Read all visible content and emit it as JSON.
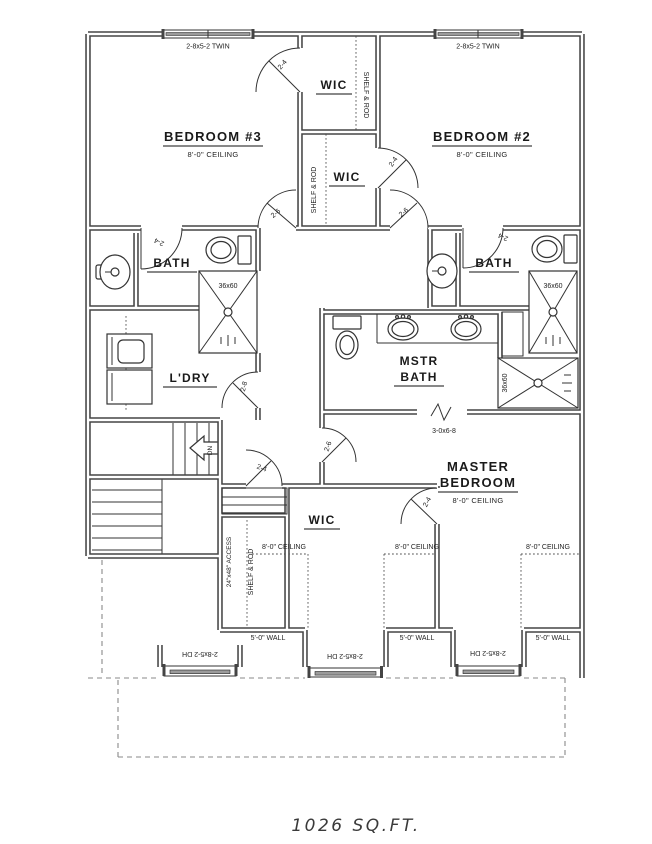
{
  "plan": {
    "area_label": "1026 SQ.FT.",
    "rooms": {
      "bedroom3": {
        "name": "BEDROOM #3",
        "ceiling": "8'-0\" CEILING"
      },
      "bedroom2": {
        "name": "BEDROOM #2",
        "ceiling": "8'-0\" CEILING"
      },
      "master_bedroom": {
        "name1": "MASTER",
        "name2": "BEDROOM",
        "ceiling": "8'-0\" CEILING"
      },
      "master_bath": {
        "name1": "MSTR",
        "name2": "BATH"
      },
      "bath_left": {
        "name": "BATH"
      },
      "bath_right": {
        "name": "BATH"
      },
      "laundry": {
        "name": "L'DRY"
      },
      "wic_top": {
        "name": "WIC"
      },
      "wic_mid": {
        "name": "WIC"
      },
      "wic_master": {
        "name": "WIC"
      }
    },
    "windows": {
      "twin": "2-8x5-2 TWIN",
      "dh": "2-8x5-2 DH"
    },
    "doors": {
      "d24": "2-4",
      "d26": "2-6",
      "d28": "2-8",
      "opening": "3-0x6-8"
    },
    "fixtures": {
      "shower": "36x60"
    },
    "notes": {
      "shelf_rod": "SHELF & ROD",
      "access": "24\"x48\" ACCESS",
      "ceiling8": "8'-0\" CEILING",
      "wall5": "5'-0\" WALL",
      "down": "DN"
    }
  }
}
